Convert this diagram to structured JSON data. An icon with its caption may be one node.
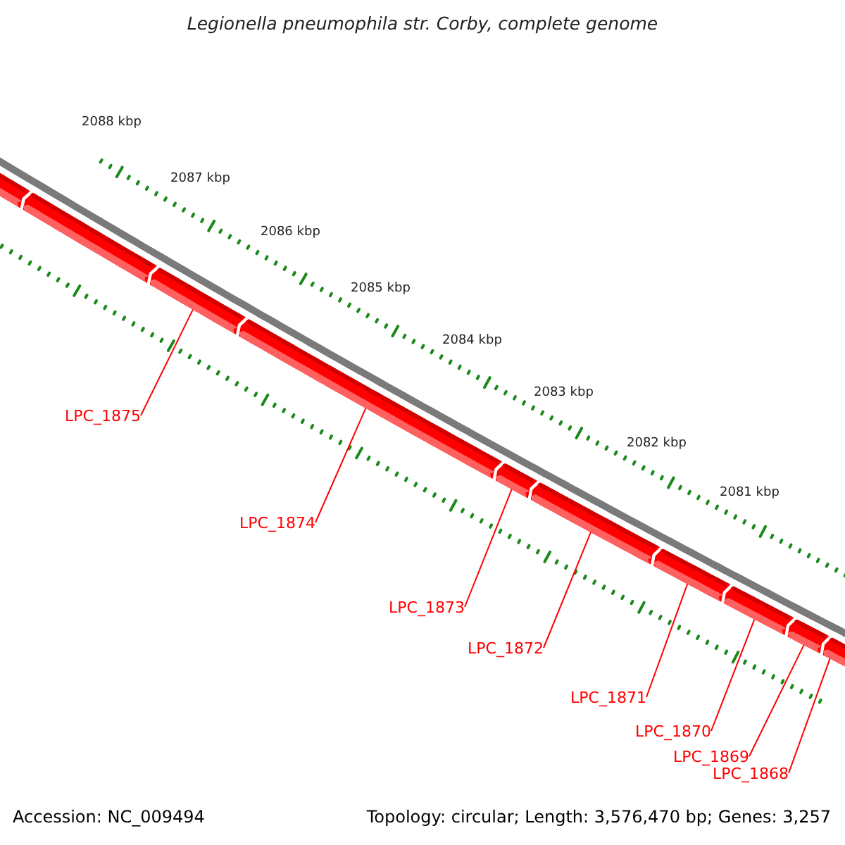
{
  "diagram": {
    "title": "Legionella pneumophila str. Corby, complete genome",
    "nodes": [
      {
        "text": [],
        "shape": "bar"
      },
      {
        "text": [],
        "shape": "bar"
      },
      {
        "text": [],
        "shape": "bar"
      },
      {
        "text": [],
        "shape": "bar"
      },
      {
        "text": [],
        "shape": "bar"
      },
      {
        "text": [],
        "shape": "bar"
      },
      {
        "text": [],
        "shape": "bar"
      },
      {
        "text": [],
        "shape": "bar"
      },
      {
        "text": [],
        "shape": "bar"
      },
      {
        "text": [],
        "shape": "bar"
      },
      {
        "text": [
          "LPC_1875"
        ]
      },
      {
        "text": [
          "LPC_1874"
        ]
      },
      {
        "text": [
          "LPC_1873"
        ]
      },
      {
        "text": [
          "LPC_1872"
        ]
      },
      {
        "text": [
          "LPC_1871"
        ]
      },
      {
        "text": [
          "LPC_1870"
        ]
      },
      {
        "text": [
          "LPC_1869"
        ]
      },
      {
        "text": [
          "LPC_1868"
        ]
      }
    ],
    "edges": [
      {
        "from": 10,
        "to": 2,
        "arrow": "none"
      },
      {
        "from": 11,
        "to": 3,
        "arrow": "none"
      },
      {
        "from": 12,
        "to": 4,
        "arrow": "none"
      },
      {
        "from": 13,
        "to": 5,
        "arrow": "none"
      },
      {
        "from": 14,
        "to": 6,
        "arrow": "none"
      },
      {
        "from": 15,
        "to": 7,
        "arrow": "none"
      },
      {
        "from": 16,
        "to": 8,
        "arrow": "none"
      },
      {
        "from": 17,
        "to": 9,
        "arrow": "none"
      }
    ],
    "labels": [
      "2088 kbp",
      "2087 kbp",
      "2086 kbp",
      "2085 kbp",
      "2084 kbp",
      "2083 kbp",
      "2082 kbp",
      "2081 kbp",
      "Accession: NC_009494",
      "Topology: circular; Length: 3,576,470 bp; Genes: 3,257"
    ]
  }
}
